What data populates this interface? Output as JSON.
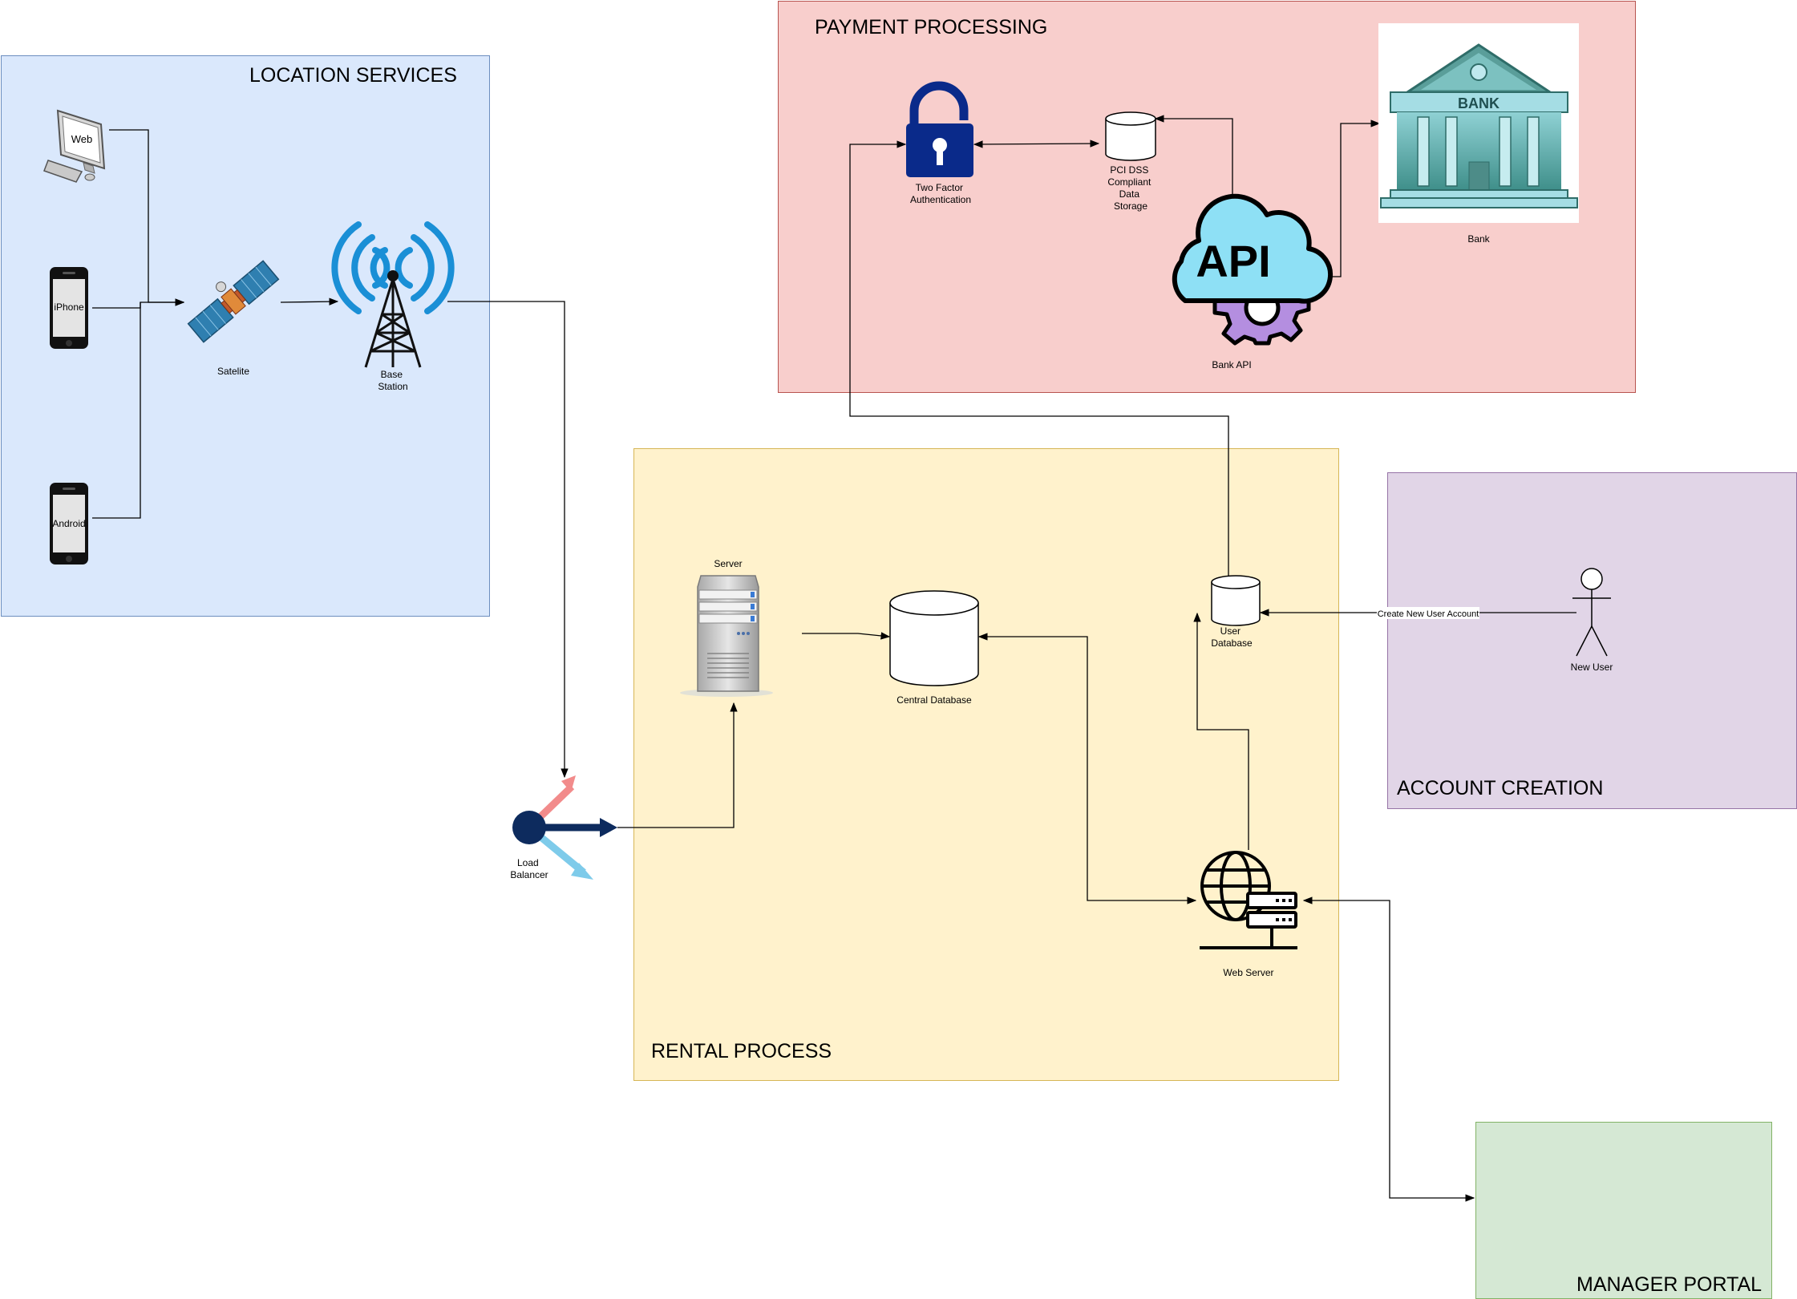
{
  "regions": {
    "location": {
      "title": "LOCATION SERVICES",
      "fill": "#dae8fc",
      "stroke": "#6c8ebf"
    },
    "payment": {
      "title": "PAYMENT PROCESSING",
      "fill": "#f8cecc",
      "stroke": "#b85450"
    },
    "rental": {
      "title": "RENTAL PROCESS",
      "fill": "#fff2cc",
      "stroke": "#d6b656"
    },
    "account": {
      "title": "ACCOUNT CREATION",
      "fill": "#e1d5e7",
      "stroke": "#9673a6"
    },
    "manager": {
      "title": "MANAGER PORTAL",
      "fill": "#d5e8d4",
      "stroke": "#82b366"
    }
  },
  "nodes": {
    "web": "Web",
    "iphone": "iPhone",
    "android": "Android",
    "satellite": "Satelite",
    "base_station": [
      "Base",
      "Station"
    ],
    "load_balancer": [
      "Load",
      "Balancer"
    ],
    "server": "Server",
    "central_db": "Central Database",
    "user_db": [
      "User",
      "Database"
    ],
    "web_server": "Web Server",
    "new_user": "New User",
    "two_factor": [
      "Two Factor",
      "Authentication"
    ],
    "pci": [
      "PCI DSS",
      "Compliant",
      "Data",
      "Storage"
    ],
    "bank_api": "Bank API",
    "api_text": "API",
    "bank": "Bank",
    "bank_sign": "BANK"
  },
  "edges": {
    "create_account": "Create New User Account"
  },
  "colors": {
    "lock": "#0a2a8a",
    "antenna": "#1a8fd6",
    "cloud": "#8ee0f5",
    "gear": "#b48ee0",
    "bank_body": "#5a9e9a",
    "lb_center": "#0d2b5e",
    "lb_up": "#f28b8b",
    "lb_down": "#7ecbea"
  }
}
